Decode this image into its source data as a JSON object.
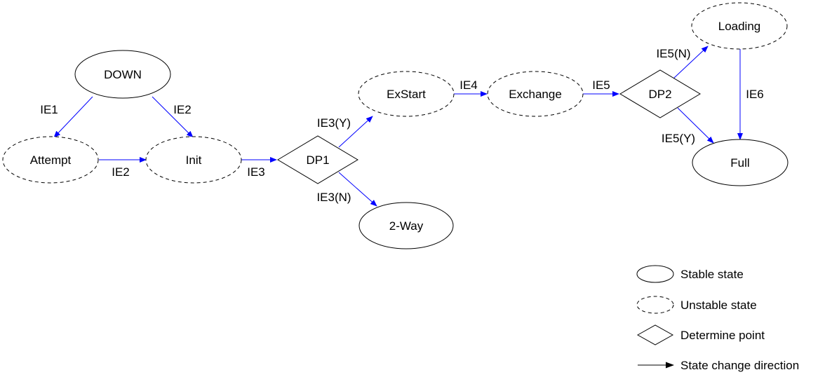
{
  "nodes": {
    "down": "DOWN",
    "attempt": "Attempt",
    "init": "Init",
    "dp1": "DP1",
    "exstart": "ExStart",
    "two_way": "2-Way",
    "exchange": "Exchange",
    "dp2": "DP2",
    "loading": "Loading",
    "full": "Full"
  },
  "edges": {
    "down_attempt": "IE1",
    "down_init": "IE2",
    "attempt_init": "IE2",
    "init_dp1": "IE3",
    "dp1_exstart": "IE3(Y)",
    "dp1_two_way": "IE3(N)",
    "exstart_exchange": "IE4",
    "exchange_dp2": "IE5",
    "dp2_loading": "IE5(N)",
    "dp2_full": "IE5(Y)",
    "loading_full": "IE6"
  },
  "legend": {
    "stable": "Stable state",
    "unstable": "Unstable state",
    "determine": "Determine point",
    "direction": "State change direction"
  },
  "colors": {
    "edge": "#0000ff",
    "outline": "#000000"
  }
}
